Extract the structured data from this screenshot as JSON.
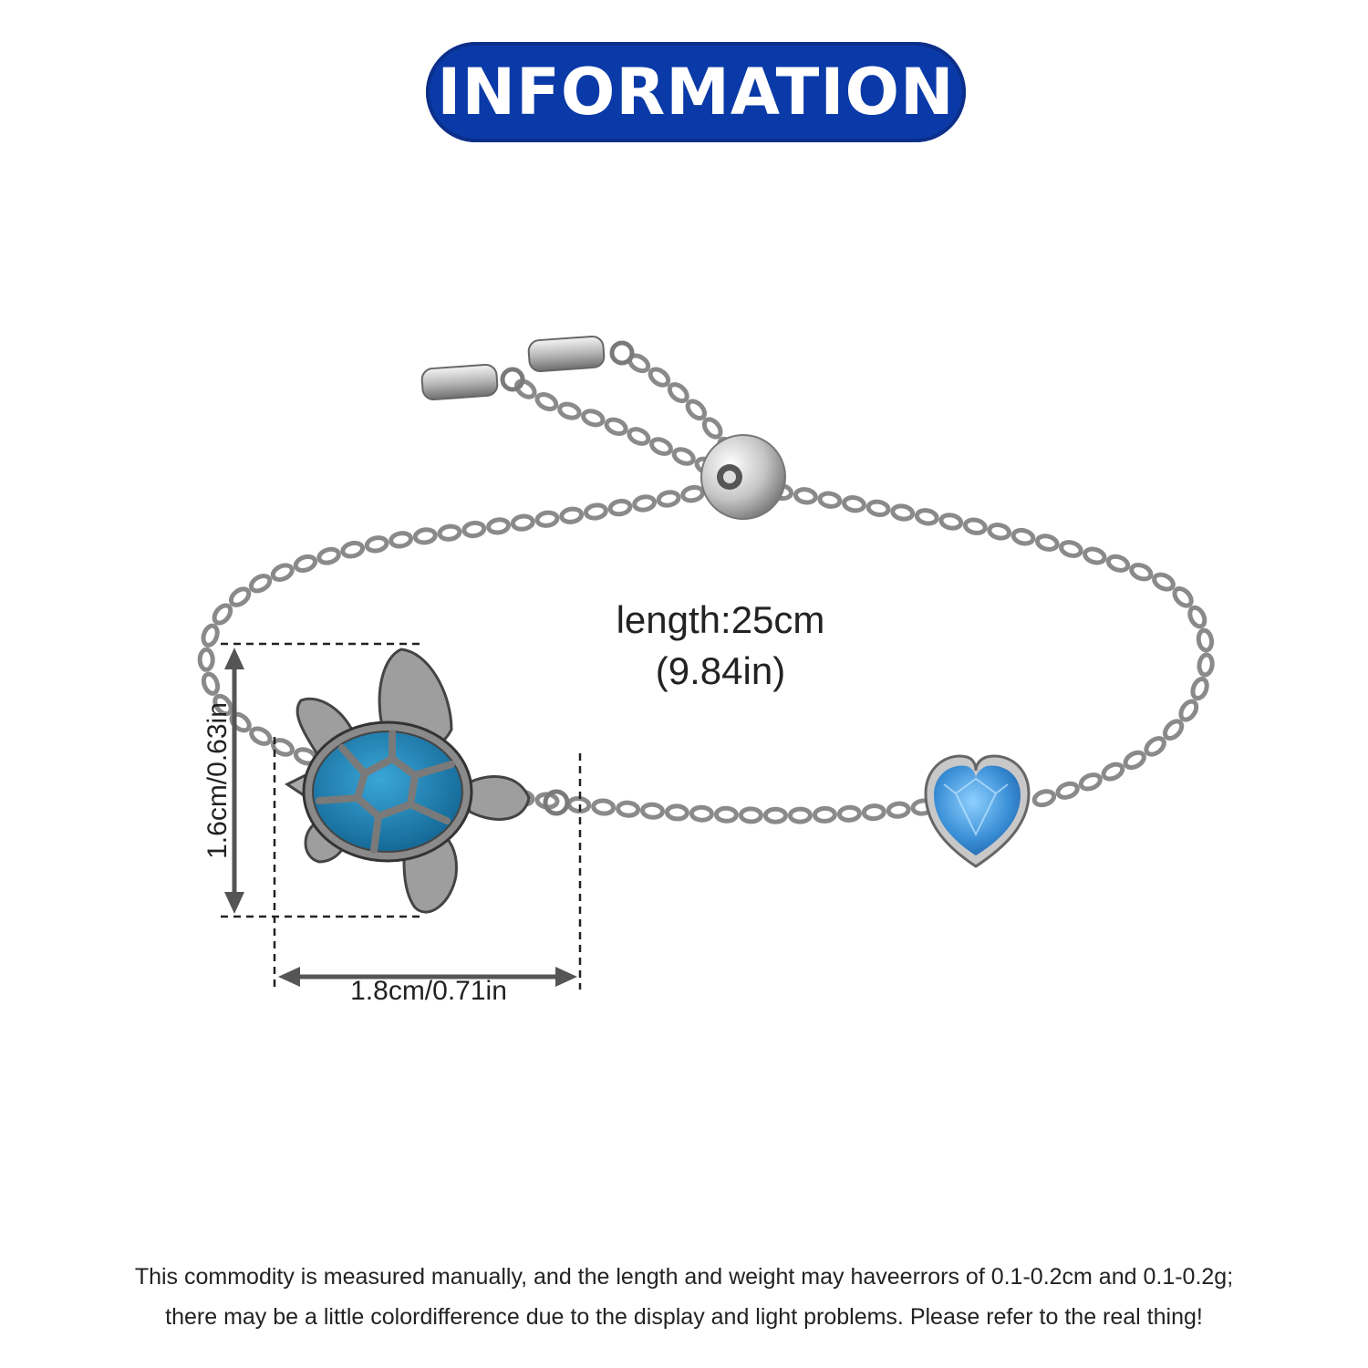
{
  "header": {
    "title": "INFORMATION"
  },
  "dimensions": {
    "length_label": "length:25cm",
    "length_inches": "(9.84in)",
    "width_label": "1.8cm/0.71in",
    "height_label": "1.6cm/0.63in"
  },
  "footer": {
    "line1": "This commodity is measured manually, and the length and weight may haveerrors of 0.1-0.2cm and 0.1-0.2g;",
    "line2": "there may be a little colordifference due to the display and light problems. Please refer to the real thing!"
  },
  "colors": {
    "title_background": "#0a3aa8",
    "shell_blue": "#1a7fb5",
    "heart_stone": "#3a8fd6",
    "metal": "#9a9a9a"
  }
}
